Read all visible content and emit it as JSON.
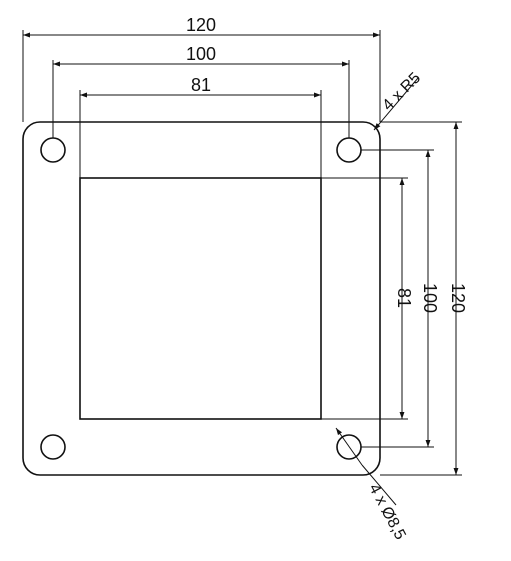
{
  "drawing": {
    "stroke_color": "#111111",
    "background_color": "#ffffff",
    "top_dimensions": {
      "outer_width": "120",
      "hole_spacing_horizontal": "100",
      "opening_width": "81"
    },
    "right_dimensions": {
      "outer_height": "120",
      "hole_spacing_vertical": "100",
      "opening_height": "81"
    },
    "callouts": {
      "corner_radius": "4 x R5",
      "hole_diameter": "4 x Ø8,5"
    }
  }
}
